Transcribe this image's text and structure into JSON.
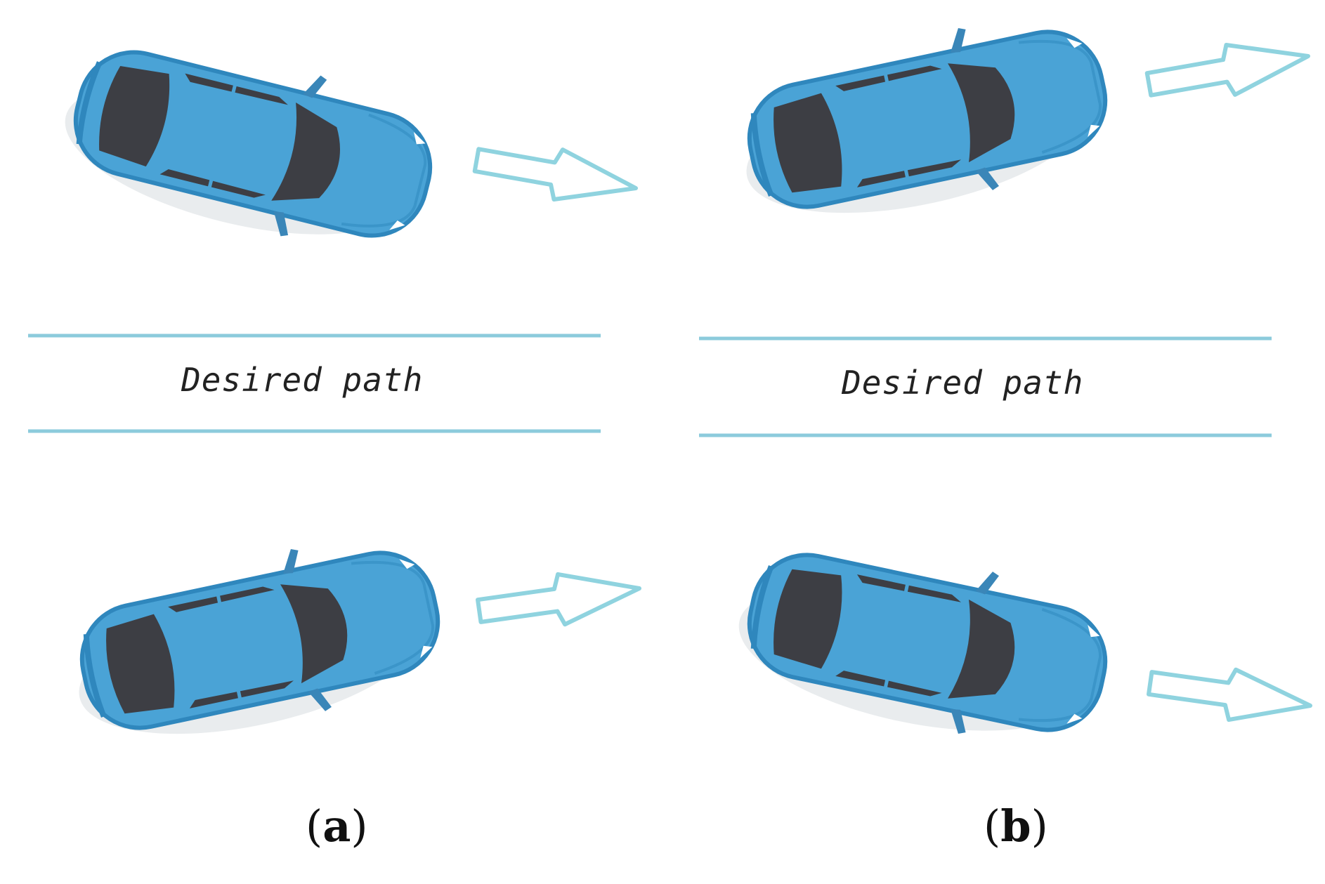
{
  "panels": [
    {
      "path_label": "Desired path",
      "letter": "a"
    },
    {
      "path_label": "Desired path",
      "letter": "b"
    }
  ],
  "colors": {
    "car_body": "#4aa3d6",
    "car_outline": "#2f87bd",
    "car_window": "#3d3e44",
    "lane_line": "#8ccbdc",
    "arrow": "#8fd3df",
    "shadow": "#e6e8ea"
  },
  "icons": [
    "car-icon",
    "direction-arrow-icon"
  ]
}
